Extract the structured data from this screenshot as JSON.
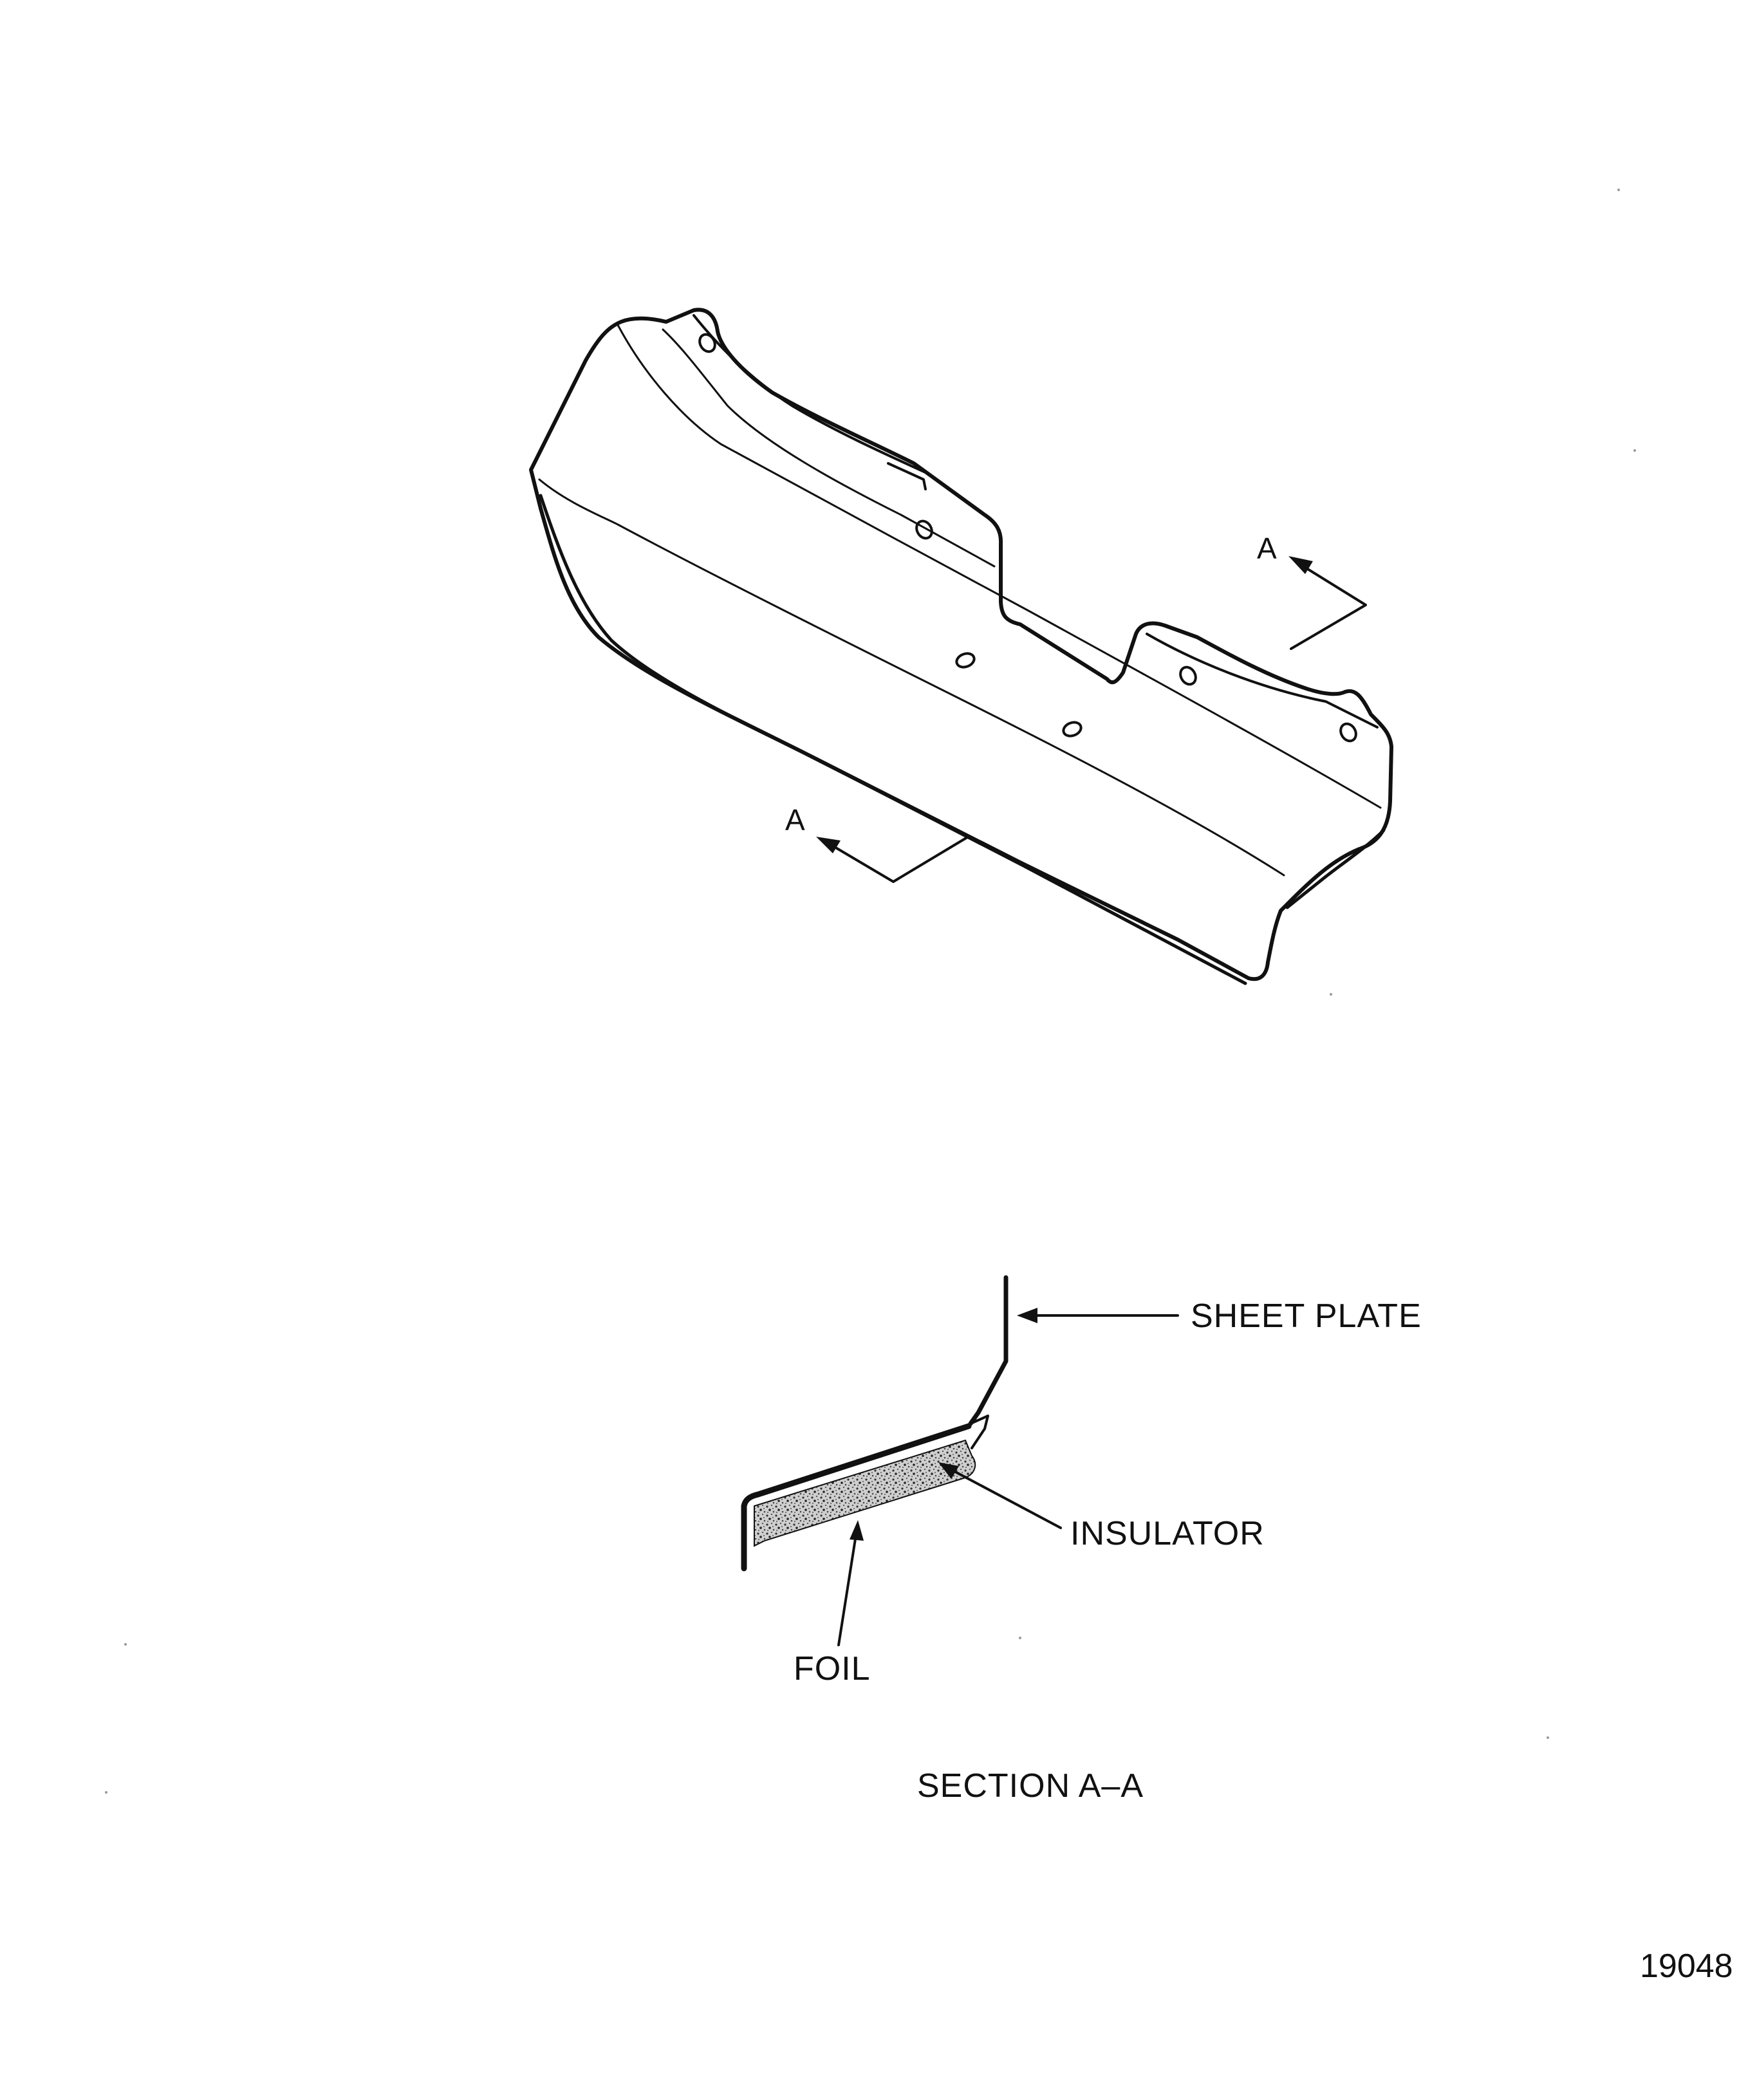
{
  "labels": {
    "section_marker_top": "A",
    "section_marker_bottom": "A",
    "sheet_plate": "SHEET PLATE",
    "insulator": "INSULATOR",
    "foil": "FOIL",
    "section_title": "SECTION A–A",
    "figure_number": "19048"
  },
  "colors": {
    "line": "#111111",
    "background": "#ffffff",
    "insulator_fill": "#bdbdbd"
  }
}
